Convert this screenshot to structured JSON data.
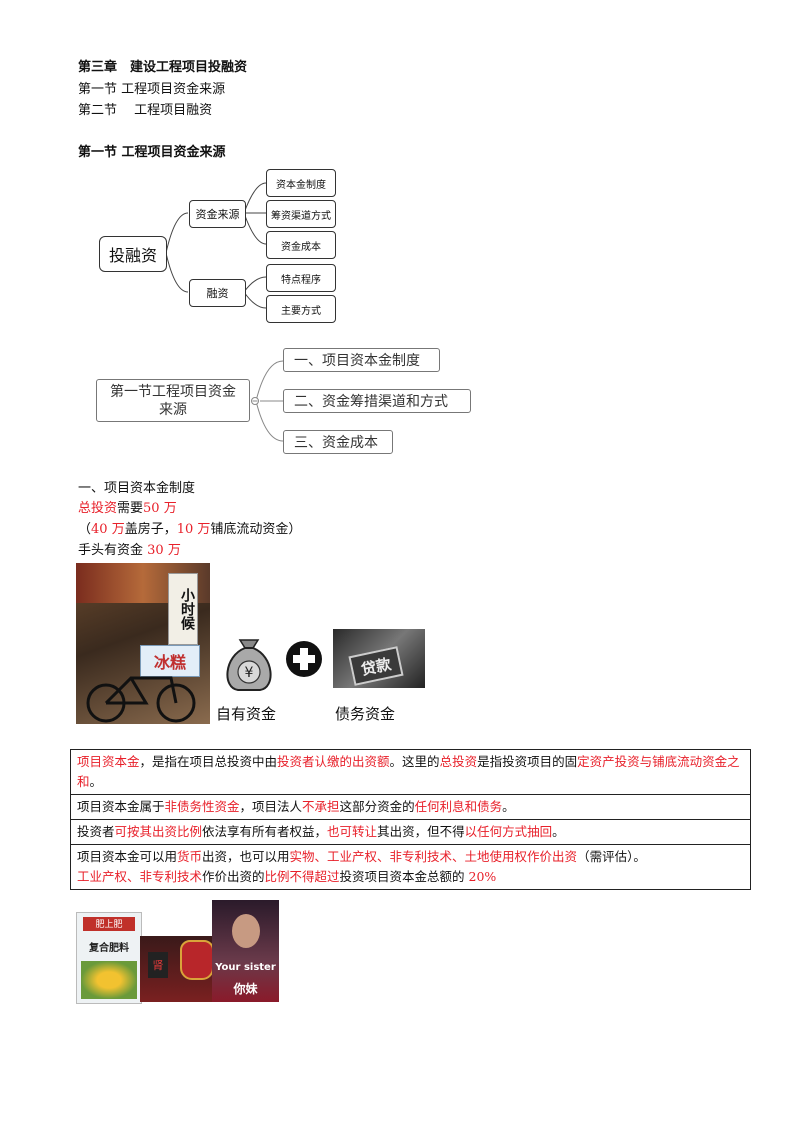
{
  "headings": {
    "chapter": "第三章　建设工程项目投融资",
    "toc1": "第一节 工程项目资金来源",
    "toc2": "第二节　 工程项目融资",
    "section1": "第一节 工程项目资金来源"
  },
  "mindmap1": {
    "root": "投融资",
    "branch_a": "资金来源",
    "branch_b": "融资",
    "a_children": [
      "资本金制度",
      "筹资渠道方式",
      "资金成本"
    ],
    "b_children": [
      "特点程序",
      "主要方式"
    ]
  },
  "mindmap2": {
    "root": "第一节工程项目资金来源",
    "children": [
      "一、项目资本金制度",
      "二、资金筹措渠道和方式",
      "三、资金成本"
    ]
  },
  "example": {
    "heading": "一、项目资本金制度",
    "line1_a": "总投资",
    "line1_b": "需要",
    "line1_c": "50 万",
    "line2_a": "（",
    "line2_b": "40 万",
    "line2_c": "盖房子，",
    "line2_d": "10 万",
    "line2_e": "铺底流动资金）",
    "line3_a": "手头有资金 ",
    "line3_b": "30 万"
  },
  "illustration": {
    "shop_sign1": "小时候",
    "shop_sign2": "冰糕",
    "bag_symbol": "¥",
    "loan_sign": "贷款",
    "caption_left": "自有资金",
    "caption_right": "债务资金"
  },
  "table": {
    "r1": [
      {
        "t": "项目资本金",
        "red": true
      },
      {
        "t": "，是指在项目总投资中由",
        "red": false
      },
      {
        "t": "投资者认缴的出资额",
        "red": true
      },
      {
        "t": "。这里的",
        "red": false
      },
      {
        "t": "总投资",
        "red": true
      },
      {
        "t": "是指投资项目的固",
        "red": false
      },
      {
        "t": "定资产投资与铺底流动资金之和",
        "red": true
      },
      {
        "t": "。",
        "red": false
      }
    ],
    "r2": [
      {
        "t": "项目资本金属于",
        "red": false
      },
      {
        "t": "非债务性资金",
        "red": true
      },
      {
        "t": "，项目法人",
        "red": false
      },
      {
        "t": "不承担",
        "red": true
      },
      {
        "t": "这部分资金的",
        "red": false
      },
      {
        "t": "任何利息和债务",
        "red": true
      },
      {
        "t": "。",
        "red": false
      }
    ],
    "r3": [
      {
        "t": "投资者",
        "red": false
      },
      {
        "t": "可按其出资比例",
        "red": true
      },
      {
        "t": "依法享有所有者权益，",
        "red": false
      },
      {
        "t": "也可转让",
        "red": true
      },
      {
        "t": "其出资，但不得",
        "red": false
      },
      {
        "t": "以任何方式抽回",
        "red": true
      },
      {
        "t": "。",
        "red": false
      }
    ],
    "r4a": [
      {
        "t": "项目资本金可以用",
        "red": false
      },
      {
        "t": "货币",
        "red": true
      },
      {
        "t": "出资，也可以用",
        "red": false
      },
      {
        "t": "实物、工业产权、非专利技术、土地使用权作价出资",
        "red": true
      },
      {
        "t": "（需评估）。",
        "red": false
      }
    ],
    "r4b": [
      {
        "t": "工业产权、非专利技术",
        "red": true
      },
      {
        "t": "作价出资的",
        "red": false
      },
      {
        "t": "比例不得超过",
        "red": true
      },
      {
        "t": "投资项目资本金总额的 ",
        "red": false
      },
      {
        "t": "20%",
        "red": true
      }
    ]
  },
  "memes": {
    "bag_text1": "复合肥料",
    "bag_text2": "肥上肥",
    "mask_text": "肾",
    "caption_en": "Your sister",
    "caption_cn": "你妹"
  },
  "colors": {
    "accent_red": "#e8202a",
    "text": "#111111"
  }
}
